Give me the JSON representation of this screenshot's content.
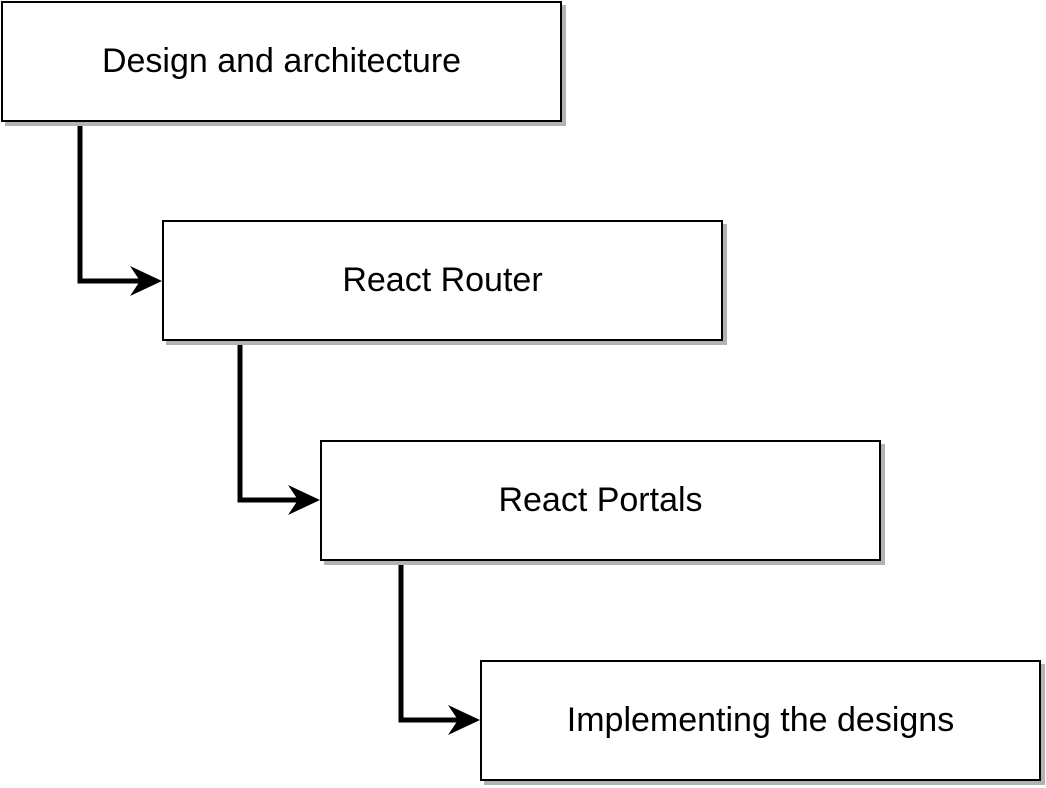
{
  "diagram": {
    "steps": [
      {
        "label": "Design and architecture"
      },
      {
        "label": "React Router"
      },
      {
        "label": "React Portals"
      },
      {
        "label": "Implementing the designs"
      }
    ],
    "connections": [
      {
        "from": 0,
        "to": 1
      },
      {
        "from": 1,
        "to": 2
      },
      {
        "from": 2,
        "to": 3
      }
    ],
    "colors": {
      "stroke": "#000000",
      "fill": "#ffffff",
      "shadow": "#b3b3b3"
    }
  }
}
